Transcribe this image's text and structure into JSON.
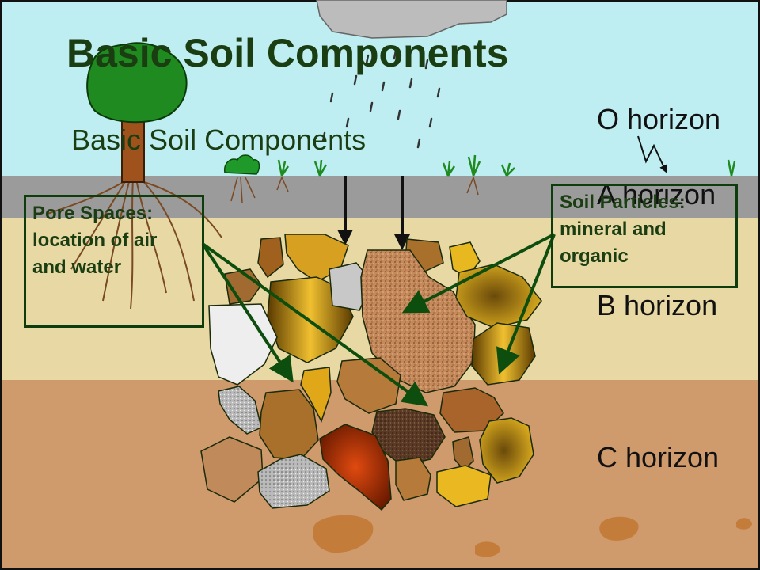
{
  "title": "Basic Soil Components",
  "subtitle": "Basic Soil Components",
  "horizons": {
    "o": "O horizon",
    "a": "A horizon",
    "b": "B horizon",
    "c": "C horizon"
  },
  "callouts": {
    "pore_spaces": "Pore Spaces: location of air and water",
    "soil_particles": "Soil Particles: mineral and organic"
  },
  "colors": {
    "sky": "#bfeef2",
    "a_layer": "#9b9b9b",
    "b_layer": "#e8d9a4",
    "c_layer": "#cf9a6c",
    "title_text": "#1a3d12",
    "arrow": "#0d4d0d",
    "tree_foliage": "#1f8a1f",
    "tree_trunk": "#a0521d"
  }
}
